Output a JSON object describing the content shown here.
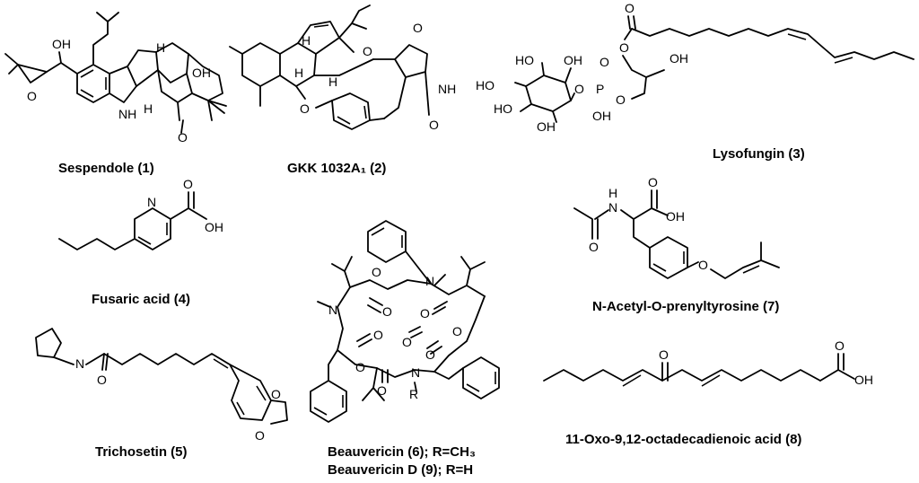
{
  "compounds": [
    {
      "name": "Sespendole (1)"
    },
    {
      "name": "GKK 1032A₁ (2)"
    },
    {
      "name": "Lysofungin (3)"
    },
    {
      "name": "Fusaric acid  (4)"
    },
    {
      "name": "Trichosetin  (5)"
    },
    {
      "name": "Beauvericin (6); R=CH₃"
    },
    {
      "name": "N-Acetyl-O-prenyltyrosine (7)"
    },
    {
      "name": "11-Oxo-9,12-octadecadienoic acid (8)"
    },
    {
      "name": "Beauvericin D  (9); R=H"
    }
  ],
  "atoms": {
    "oh": "OH",
    "o": "O",
    "h": "H",
    "n": "N",
    "nh": "NH",
    "p": "P",
    "ho": "HO",
    "r": "R"
  }
}
